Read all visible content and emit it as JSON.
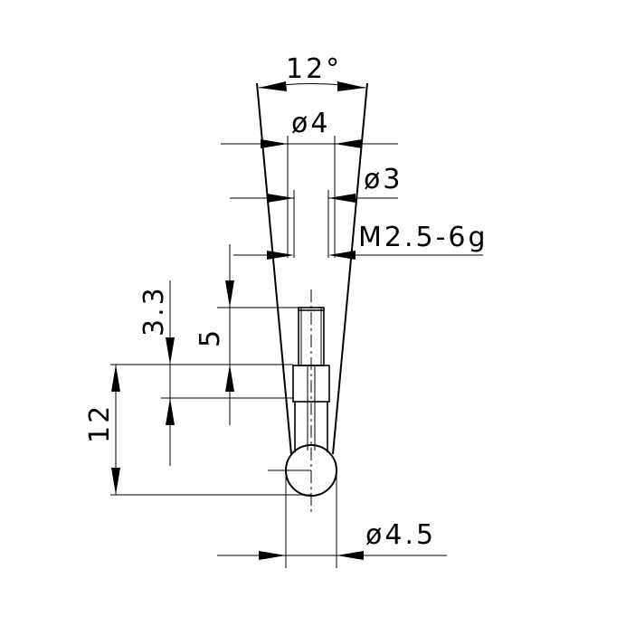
{
  "labels": {
    "taper_angle": "12°",
    "shaft_diameter": "ø4",
    "neck_diameter": "ø3",
    "thread": "M2.5-6g",
    "thread_length": "3.3",
    "stud_length": "5",
    "overall_length": "12",
    "ball_diameter": "ø4.5"
  }
}
